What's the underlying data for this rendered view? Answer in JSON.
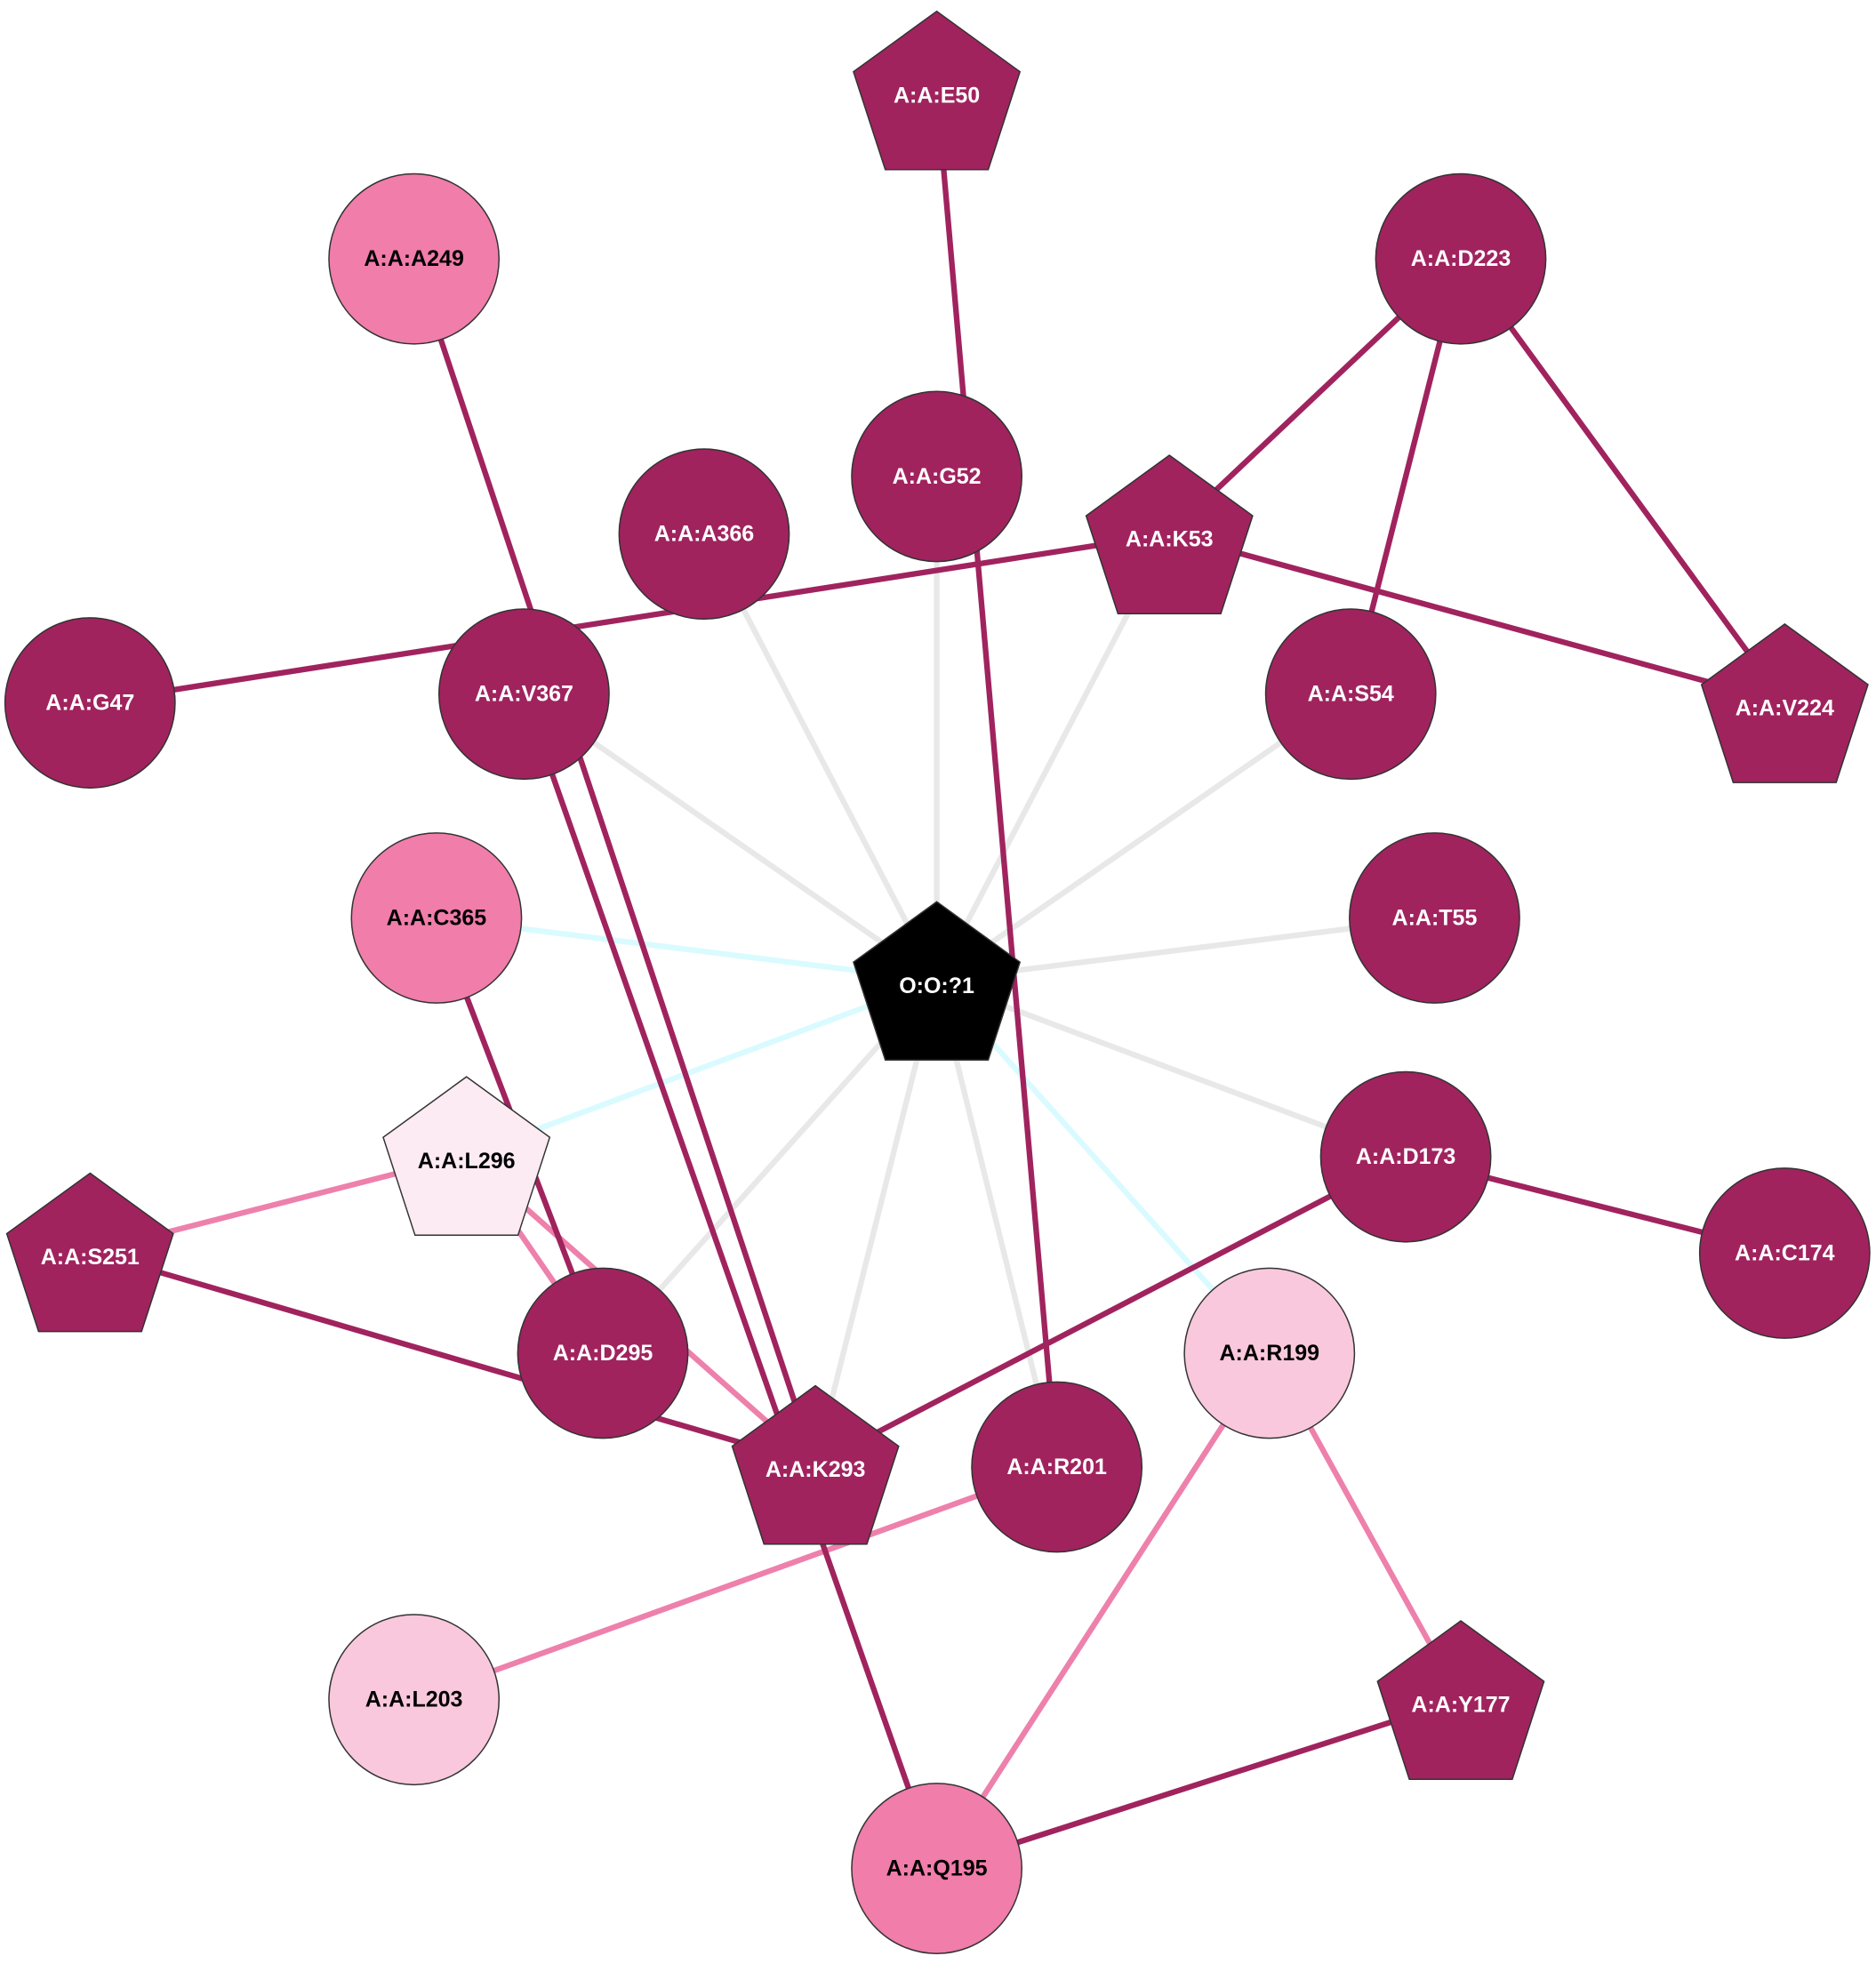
{
  "colors": {
    "dark": "#A0235E",
    "mid": "#F07DAA",
    "light": "#F9C8DC",
    "pale": "#FCEBF2",
    "center": "#000000",
    "edge_dark": "#A0235E",
    "edge_mid": "#EE80AC",
    "edge_grey": "#E8E8E8",
    "edge_cyan": "#D9FBFF",
    "label_light": "#FFFFFF",
    "label_dark": "#000000"
  },
  "nodes": [
    {
      "id": "E50",
      "label": "A:A:E50",
      "shape": "pentagon",
      "color": "dark"
    },
    {
      "id": "A249",
      "label": "A:A:A249",
      "shape": "circle",
      "color": "mid"
    },
    {
      "id": "D223",
      "label": "A:A:D223",
      "shape": "circle",
      "color": "dark"
    },
    {
      "id": "G52",
      "label": "A:A:G52",
      "shape": "circle",
      "color": "dark"
    },
    {
      "id": "A366",
      "label": "A:A:A366",
      "shape": "circle",
      "color": "dark"
    },
    {
      "id": "K53",
      "label": "A:A:K53",
      "shape": "pentagon",
      "color": "dark"
    },
    {
      "id": "G47",
      "label": "A:A:G47",
      "shape": "circle",
      "color": "dark"
    },
    {
      "id": "V367",
      "label": "A:A:V367",
      "shape": "circle",
      "color": "dark"
    },
    {
      "id": "S54",
      "label": "A:A:S54",
      "shape": "circle",
      "color": "dark"
    },
    {
      "id": "V224",
      "label": "A:A:V224",
      "shape": "pentagon",
      "color": "dark"
    },
    {
      "id": "C365",
      "label": "A:A:C365",
      "shape": "circle",
      "color": "mid"
    },
    {
      "id": "T55",
      "label": "A:A:T55",
      "shape": "circle",
      "color": "dark"
    },
    {
      "id": "O1",
      "label": "O:O:?1",
      "shape": "pentagon",
      "color": "center"
    },
    {
      "id": "L296",
      "label": "A:A:L296",
      "shape": "pentagon",
      "color": "pale"
    },
    {
      "id": "D173",
      "label": "A:A:D173",
      "shape": "circle",
      "color": "dark"
    },
    {
      "id": "S251",
      "label": "A:A:S251",
      "shape": "pentagon",
      "color": "dark"
    },
    {
      "id": "C174",
      "label": "A:A:C174",
      "shape": "circle",
      "color": "dark"
    },
    {
      "id": "D295",
      "label": "A:A:D295",
      "shape": "circle",
      "color": "dark"
    },
    {
      "id": "R199",
      "label": "A:A:R199",
      "shape": "circle",
      "color": "light"
    },
    {
      "id": "K293",
      "label": "A:A:K293",
      "shape": "pentagon",
      "color": "dark"
    },
    {
      "id": "R201",
      "label": "A:A:R201",
      "shape": "circle",
      "color": "dark"
    },
    {
      "id": "L203",
      "label": "A:A:L203",
      "shape": "circle",
      "color": "light"
    },
    {
      "id": "Y177",
      "label": "A:A:Y177",
      "shape": "pentagon",
      "color": "dark"
    },
    {
      "id": "Q195",
      "label": "A:A:Q195",
      "shape": "circle",
      "color": "mid"
    }
  ],
  "edges": [
    {
      "from": "O1",
      "to": "G52",
      "color": "edge_grey"
    },
    {
      "from": "O1",
      "to": "A366",
      "color": "edge_grey"
    },
    {
      "from": "O1",
      "to": "K53",
      "color": "edge_grey"
    },
    {
      "from": "O1",
      "to": "V367",
      "color": "edge_grey"
    },
    {
      "from": "O1",
      "to": "S54",
      "color": "edge_grey"
    },
    {
      "from": "O1",
      "to": "T55",
      "color": "edge_grey"
    },
    {
      "from": "O1",
      "to": "D173",
      "color": "edge_grey"
    },
    {
      "from": "O1",
      "to": "D295",
      "color": "edge_grey"
    },
    {
      "from": "O1",
      "to": "K293",
      "color": "edge_grey"
    },
    {
      "from": "O1",
      "to": "R201",
      "color": "edge_grey"
    },
    {
      "from": "O1",
      "to": "C365",
      "color": "edge_cyan"
    },
    {
      "from": "O1",
      "to": "L296",
      "color": "edge_cyan"
    },
    {
      "from": "O1",
      "to": "R199",
      "color": "edge_cyan"
    },
    {
      "from": "S251",
      "to": "L296",
      "color": "edge_mid"
    },
    {
      "from": "L296",
      "to": "D295",
      "color": "edge_mid"
    },
    {
      "from": "L296",
      "to": "K293",
      "color": "edge_mid"
    },
    {
      "from": "R201",
      "to": "L203",
      "color": "edge_mid"
    },
    {
      "from": "R199",
      "to": "Q195",
      "color": "edge_mid"
    },
    {
      "from": "R199",
      "to": "Y177",
      "color": "edge_mid"
    },
    {
      "from": "E50",
      "to": "R201",
      "color": "edge_dark"
    },
    {
      "from": "A249",
      "to": "K293",
      "color": "edge_dark"
    },
    {
      "from": "D223",
      "to": "K53",
      "color": "edge_dark"
    },
    {
      "from": "D223",
      "to": "S54",
      "color": "edge_dark"
    },
    {
      "from": "D223",
      "to": "V224",
      "color": "edge_dark"
    },
    {
      "from": "K53",
      "to": "V224",
      "color": "edge_dark"
    },
    {
      "from": "K53",
      "to": "G47",
      "color": "edge_dark"
    },
    {
      "from": "V367",
      "to": "Q195",
      "color": "edge_dark"
    },
    {
      "from": "C365",
      "to": "D295",
      "color": "edge_dark"
    },
    {
      "from": "S251",
      "to": "K293",
      "color": "edge_dark"
    },
    {
      "from": "D173",
      "to": "K293",
      "color": "edge_dark"
    },
    {
      "from": "D173",
      "to": "C174",
      "color": "edge_dark"
    },
    {
      "from": "Y177",
      "to": "Q195",
      "color": "edge_dark"
    }
  ]
}
